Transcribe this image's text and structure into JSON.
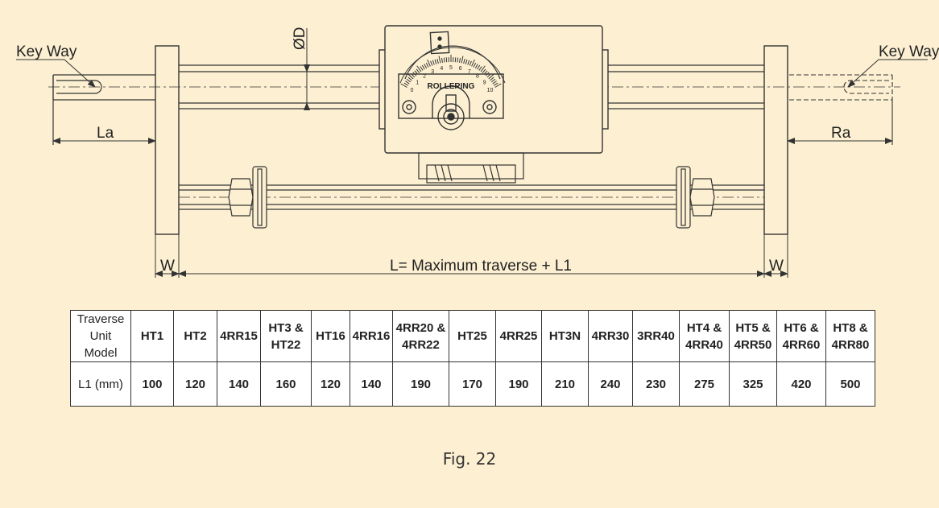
{
  "diagram": {
    "key_way_left": "Key Way",
    "key_way_right": "Key Way",
    "dia_label": "ØD",
    "la_label": "La",
    "ra_label": "Ra",
    "w_left": "W",
    "w_right": "W",
    "length_label": "L= Maximum traverse + L1",
    "brand_text": "ROLLERING",
    "dial_numbers": [
      "0",
      "1",
      "2",
      "3",
      "4",
      "5",
      "6",
      "7",
      "8",
      "9",
      "10"
    ]
  },
  "table": {
    "row_headers": [
      "Traverse Unit Model",
      "L1 (mm)"
    ],
    "models": [
      "HT1",
      "HT2",
      "4RR15",
      "HT3 & HT22",
      "HT16",
      "4RR16",
      "4RR20 & 4RR22",
      "HT25",
      "4RR25",
      "HT3N",
      "4RR30",
      "3RR40",
      "HT4 & 4RR40",
      "HT5 & 4RR50",
      "HT6 & 4RR60",
      "HT8 & 4RR80"
    ],
    "l1_values": [
      "100",
      "120",
      "140",
      "160",
      "120",
      "140",
      "190",
      "170",
      "190",
      "210",
      "240",
      "230",
      "275",
      "325",
      "420",
      "500"
    ]
  },
  "caption": "Fig. 22",
  "colors": {
    "background": "#fdf0d2",
    "line": "#333333",
    "panel": "#ffffff"
  }
}
